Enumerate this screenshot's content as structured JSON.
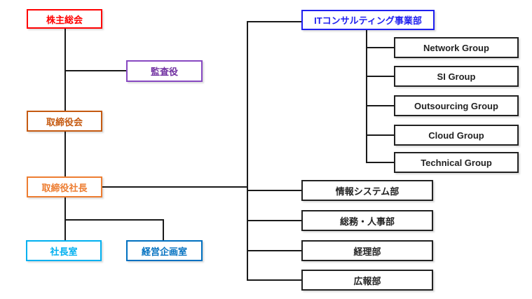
{
  "diagram": {
    "type": "organization-chart",
    "colors": {
      "shareholders": "#FF0000",
      "auditor": "#7030A0",
      "board": "#C55A11",
      "president": "#ED7D31",
      "president_office": "#00B0F0",
      "corporate_planning": "#0070C0",
      "it_consulting": "#1F1FF0",
      "default_node": "#222222",
      "connector": "#1a1a1a"
    }
  },
  "nodes": {
    "shareholders": {
      "label": "株主総会"
    },
    "auditor": {
      "label": "監査役"
    },
    "board": {
      "label": "取締役会"
    },
    "president": {
      "label": "取締役社長"
    },
    "president_office": {
      "label": "社長室"
    },
    "corporate_planning": {
      "label": "経営企画室"
    },
    "it_consulting": {
      "label": "ITコンサルティング事業部"
    },
    "network_group": {
      "label": "Network Group"
    },
    "si_group": {
      "label": "SI Group"
    },
    "outsourcing_group": {
      "label": "Outsourcing Group"
    },
    "cloud_group": {
      "label": "Cloud Group"
    },
    "technical_group": {
      "label": "Technical Group"
    },
    "info_systems": {
      "label": "情報システム部"
    },
    "general_affairs_hr": {
      "label": "総務・人事部"
    },
    "accounting": {
      "label": "経理部"
    },
    "public_relations": {
      "label": "広報部"
    }
  },
  "edges": [
    {
      "from": "株主総会",
      "to": "取締役会"
    },
    {
      "from": "株主総会",
      "to": "監査役"
    },
    {
      "from": "取締役会",
      "to": "取締役社長"
    },
    {
      "from": "取締役社長",
      "to": "社長室"
    },
    {
      "from": "取締役社長",
      "to": "経営企画室"
    },
    {
      "from": "取締役社長",
      "to": "ITコンサルティング事業部"
    },
    {
      "from": "取締役社長",
      "to": "情報システム部"
    },
    {
      "from": "取締役社長",
      "to": "総務・人事部"
    },
    {
      "from": "取締役社長",
      "to": "経理部"
    },
    {
      "from": "取締役社長",
      "to": "広報部"
    },
    {
      "from": "ITコンサルティング事業部",
      "to": "Network Group"
    },
    {
      "from": "ITコンサルティング事業部",
      "to": "SI Group"
    },
    {
      "from": "ITコンサルティング事業部",
      "to": "Outsourcing Group"
    },
    {
      "from": "ITコンサルティング事業部",
      "to": "Cloud Group"
    },
    {
      "from": "ITコンサルティング事業部",
      "to": "Technical Group"
    }
  ]
}
